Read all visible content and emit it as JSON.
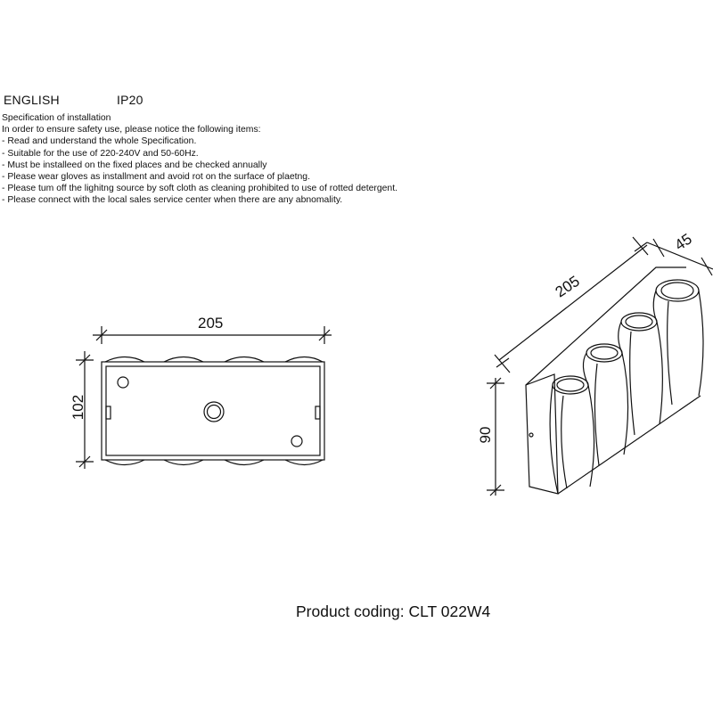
{
  "header": {
    "language": "ENGLISH",
    "ip_rating": "IP20"
  },
  "spec": {
    "lines": [
      "Specification of installation",
      "In order to ensure safety use, please notice the following items:",
      "- Read and understand the whole Specification.",
      "- Suitable for the use of 220-240V and 50-60Hz.",
      "- Must be installeed on the fixed places and be checked annually",
      "- Please wear gloves as installment and avoid rot on the surface of plaetng.",
      "- Please tum off the lighitng source by soft cloth as cleaning prohibited to use of rotted detergent.",
      "- Please connect with the local sales service center when there are any abnomality."
    ]
  },
  "drawing": {
    "front_width": "205",
    "front_height": "102",
    "side_length": "205",
    "side_depth": "45",
    "side_height": "90"
  },
  "product": {
    "coding_label": "Product coding: CLT 022W4"
  }
}
